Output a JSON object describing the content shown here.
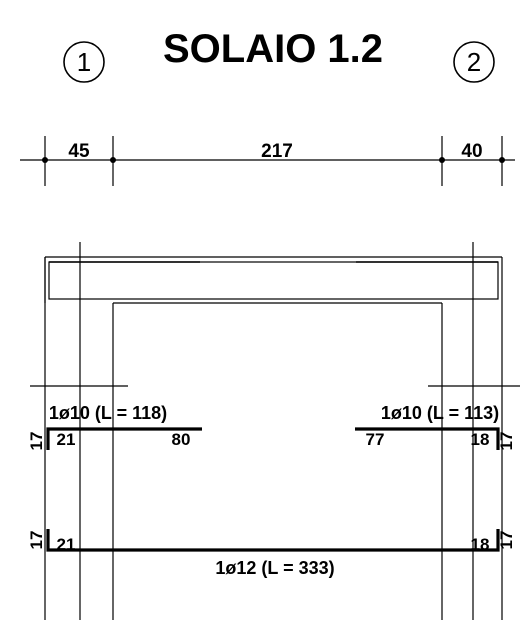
{
  "title": "SOLAIO 1.2",
  "axes": [
    {
      "label": "1"
    },
    {
      "label": "2"
    }
  ],
  "dimensions": [
    "45",
    "217",
    "40"
  ],
  "bars": {
    "top_left": {
      "label": "1ø10  (L = 118)",
      "hook": "21",
      "length": "80",
      "hook_height": "17"
    },
    "top_right": {
      "label": "1ø10  (L = 113)",
      "hook": "18",
      "length": "77",
      "hook_height": "17"
    },
    "bottom": {
      "label": "1ø12  (L = 333)",
      "hook_left": "21",
      "hook_right": "18",
      "hook_height_left": "17",
      "hook_height_right": "17"
    }
  }
}
